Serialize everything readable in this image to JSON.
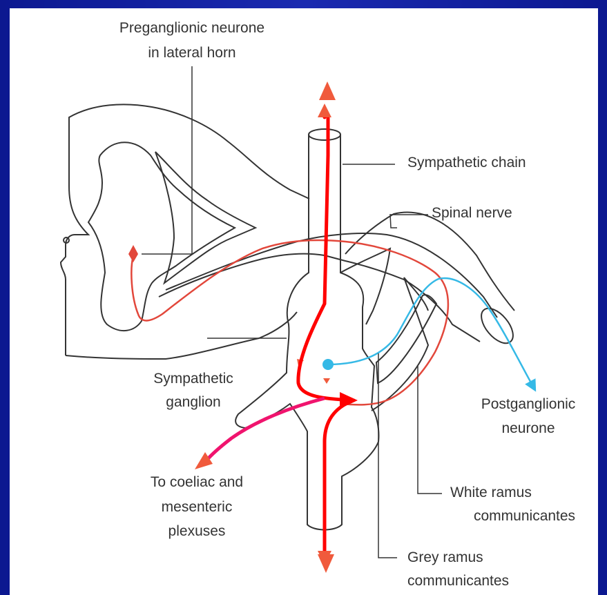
{
  "labels": {
    "preganglionic_1": "Preganglionic neurone",
    "preganglionic_2": "in lateral horn",
    "sympathetic_chain": "Sympathetic chain",
    "spinal_nerve": "Spinal nerve",
    "sympathetic_ganglion_1": "Sympathetic",
    "sympathetic_ganglion_2": "ganglion",
    "postganglionic_1": "Postganglionic",
    "postganglionic_2": "neurone",
    "coeliac_1": "To coeliac and",
    "coeliac_2": "mesenteric",
    "coeliac_3": "plexuses",
    "white_ramus_1": "White ramus",
    "white_ramus_2": "communicantes",
    "grey_ramus_1": "Grey ramus",
    "grey_ramus_2": "communicantes"
  },
  "colors": {
    "frame": "#0c1890",
    "outline": "#333333",
    "preganglionic_fiber": "#e2473b",
    "postganglionic_fiber": "#35b9e6",
    "pathway_arrow": "#ff0000",
    "coeliac_arrow": "#f0146e"
  }
}
